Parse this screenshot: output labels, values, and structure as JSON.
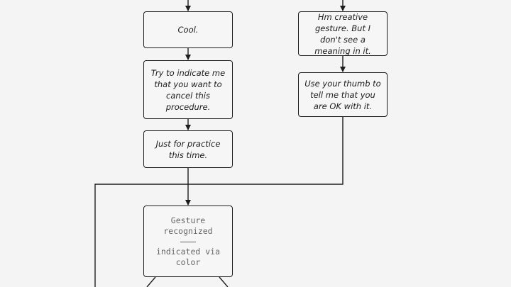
{
  "nodes": {
    "cool": "Cool.",
    "cancel_procedure": "Try to indicate me that you want to cancel this procedure.",
    "practice": "Just for practice this time.",
    "creative_gesture": "Hm creative gesture. But I don't see a meaning in it.",
    "thumb_ok": "Use your thumb to tell me that you are OK with it."
  },
  "state_node": {
    "title": "Gesture recognized",
    "subtitle": "indicated via color"
  },
  "colors": {
    "background": "#f4f4f4",
    "stroke": "#1d1d1d",
    "state_text": "#666666"
  }
}
